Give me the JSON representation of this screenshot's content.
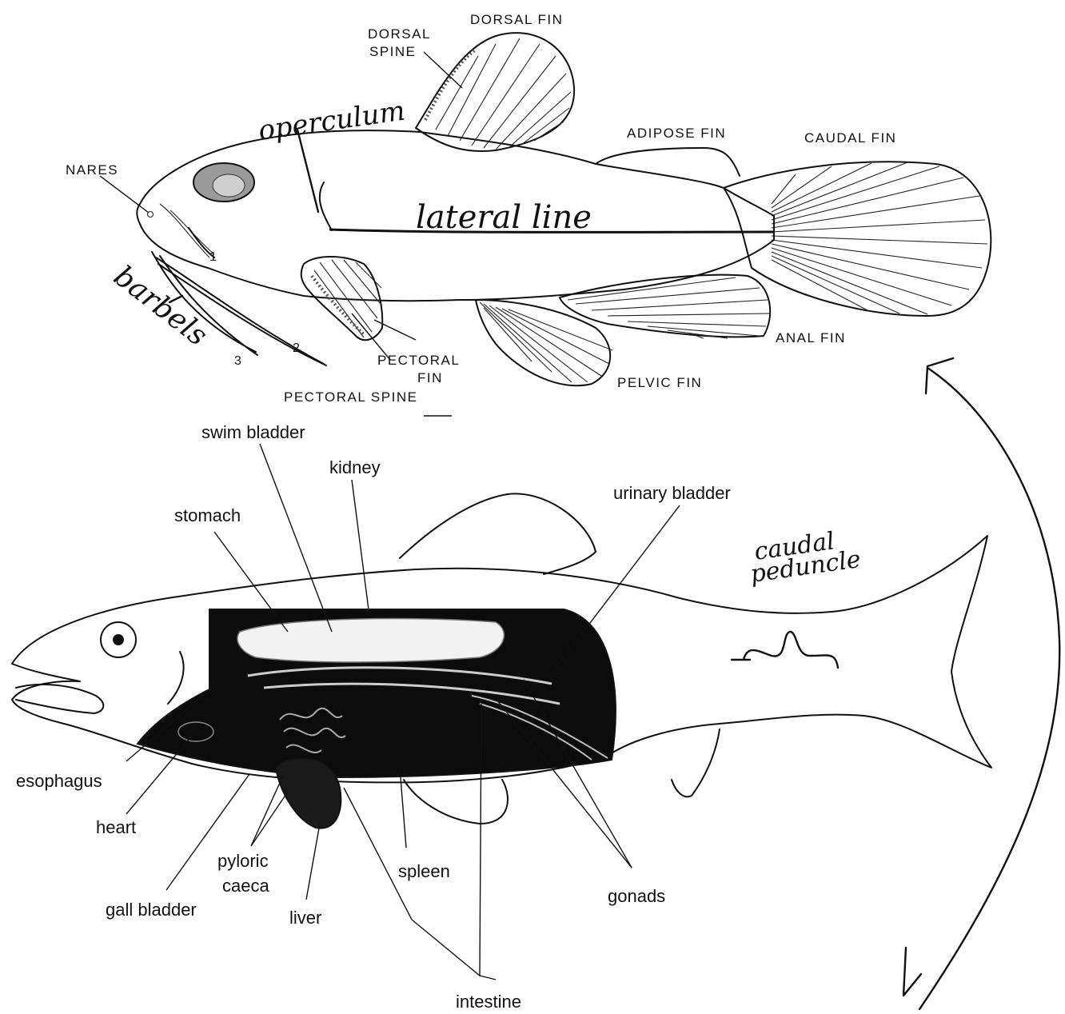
{
  "catfish_external": {
    "labels": {
      "dorsal_fin": "DORSAL FIN",
      "dorsal_spine_1": "DORSAL",
      "dorsal_spine_2": "SPINE",
      "nares": "NARES",
      "adipose_fin": "ADIPOSE FIN",
      "caudal_fin": "CAUDAL FIN",
      "anal_fin": "ANAL FIN",
      "pelvic_fin": "PELVIC FIN",
      "pectoral_fin_1": "PECTORAL",
      "pectoral_fin_2": "FIN",
      "pectoral_spine": "PECTORAL SPINE",
      "barbel_1": "1",
      "barbel_2": "2",
      "barbel_3": "3"
    },
    "handwritten": {
      "operculum": "operculum",
      "lateral_line": "lateral line",
      "barbels": "barbels"
    }
  },
  "trout_internal": {
    "labels": {
      "swim_bladder": "swim bladder",
      "kidney": "kidney",
      "stomach": "stomach",
      "urinary_bladder": "urinary bladder",
      "esophagus": "esophagus",
      "heart": "heart",
      "pyloric_caeca_1": "pyloric",
      "pyloric_caeca_2": "caeca",
      "gall_bladder": "gall bladder",
      "liver": "liver",
      "spleen": "spleen",
      "gonads": "gonads",
      "intestine": "intestine"
    },
    "handwritten": {
      "caudal_1": "caudal",
      "caudal_2": "peduncle"
    }
  }
}
